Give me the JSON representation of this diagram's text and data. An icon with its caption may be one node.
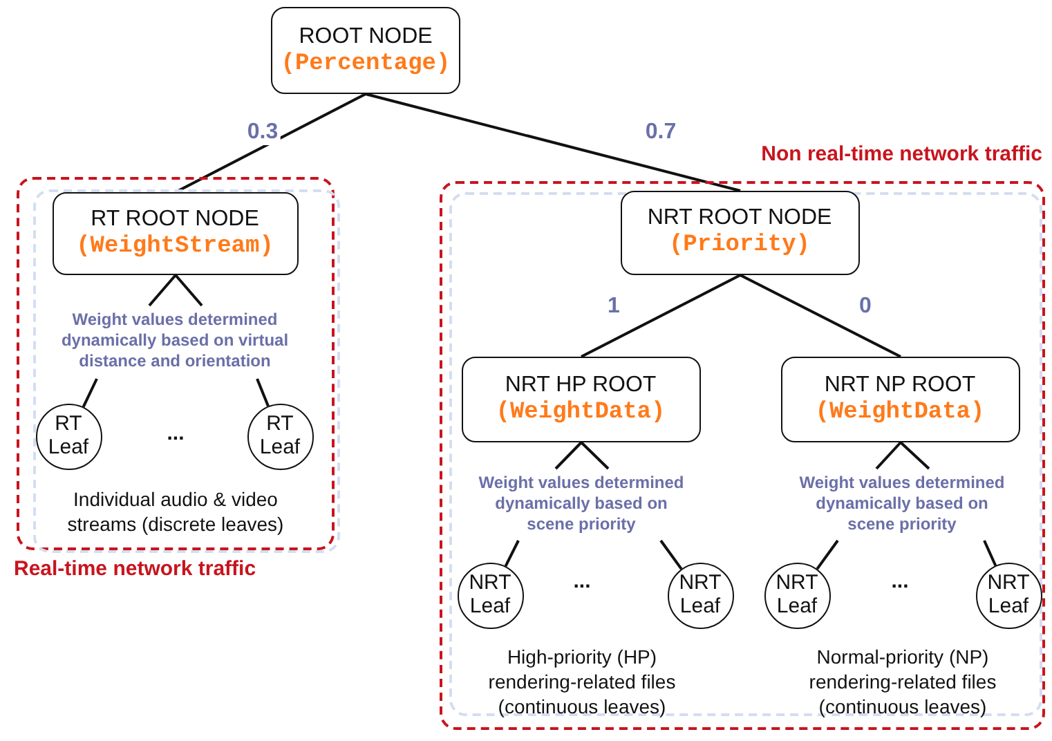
{
  "diagram": {
    "nodes": [
      {
        "text": [
          "ROOT NODE",
          "(Percentage)"
        ]
      },
      {
        "text": [
          "Real-time network traffic"
        ]
      },
      {
        "text": [
          "RT ROOT NODE",
          "(WeightStream)"
        ],
        "in": 1
      },
      {
        "text": [
          "Weight values determined dynamically based on virtual distance and orientation"
        ],
        "in": 1
      },
      {
        "text": [
          "RT Leaf"
        ],
        "in": 1
      },
      {
        "text": [
          "RT Leaf"
        ],
        "in": 1
      },
      {
        "text": [
          "Non real-time network traffic"
        ]
      },
      {
        "text": [
          "NRT ROOT NODE",
          "(Priority)"
        ],
        "in": 6
      },
      {
        "text": [
          "NRT HP ROOT",
          "(WeightData)"
        ],
        "in": 6
      },
      {
        "text": [
          "NRT NP ROOT",
          "(WeightData)"
        ],
        "in": 6
      },
      {
        "text": [
          "Weight values determined dynamically based on scene priority"
        ],
        "in": 6
      },
      {
        "text": [
          "Weight values determined dynamically based on scene priority"
        ],
        "in": 6
      },
      {
        "text": [
          "NRT Leaf"
        ],
        "in": 6
      },
      {
        "text": [
          "NRT Leaf"
        ],
        "in": 6
      },
      {
        "text": [
          "NRT Leaf"
        ],
        "in": 6
      },
      {
        "text": [
          "NRT Leaf"
        ],
        "in": 6
      }
    ],
    "edges": [
      {
        "from": 0,
        "to": 2,
        "arrow": "none",
        "label": "0.3"
      },
      {
        "from": 0,
        "to": 7,
        "arrow": "none",
        "label": "0.7"
      },
      {
        "from": 2,
        "to": 3,
        "arrow": "none"
      },
      {
        "from": 2,
        "to": 3,
        "arrow": "none"
      },
      {
        "from": 3,
        "to": 4,
        "arrow": "none"
      },
      {
        "from": 3,
        "to": 5,
        "arrow": "none"
      },
      {
        "from": 7,
        "to": 8,
        "arrow": "none",
        "label": "1"
      },
      {
        "from": 7,
        "to": 9,
        "arrow": "none",
        "label": "0"
      },
      {
        "from": 8,
        "to": 10,
        "arrow": "none"
      },
      {
        "from": 8,
        "to": 10,
        "arrow": "none"
      },
      {
        "from": 9,
        "to": 11,
        "arrow": "none"
      },
      {
        "from": 9,
        "to": 11,
        "arrow": "none"
      },
      {
        "from": 10,
        "to": 12,
        "arrow": "none"
      },
      {
        "from": 10,
        "to": 13,
        "arrow": "none"
      },
      {
        "from": 11,
        "to": 14,
        "arrow": "none"
      },
      {
        "from": 11,
        "to": 15,
        "arrow": "none"
      }
    ],
    "labels": [
      "...",
      "Individual audio & video streams (discrete leaves)",
      "...",
      "High-priority (HP) rendering-related files (continuous leaves)",
      "...",
      "Normal-priority (NP) rendering-related files (continuous leaves)"
    ]
  }
}
